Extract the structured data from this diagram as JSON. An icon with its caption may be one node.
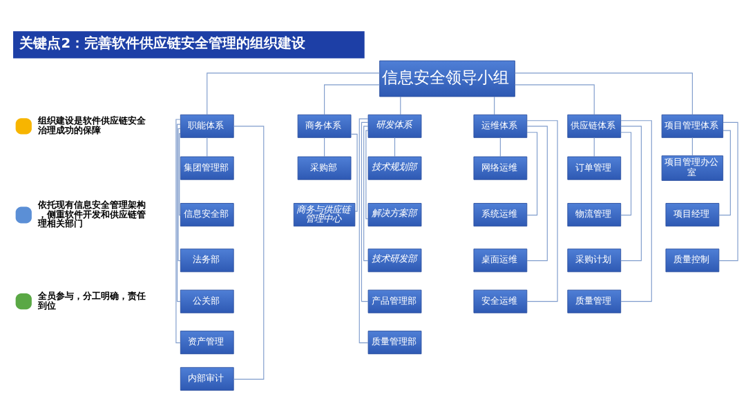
{
  "diagram": {
    "title": "关键点2：完善软件供应链安全管理的组织建设",
    "nodes": [
      {
        "text": [
          "信息安全领导小组"
        ]
      },
      {
        "text": [
          "职能体系"
        ]
      },
      {
        "text": [
          "商务体系"
        ]
      },
      {
        "text": [
          "研发体系"
        ]
      },
      {
        "text": [
          "运维体系"
        ]
      },
      {
        "text": [
          "供应链体系"
        ]
      },
      {
        "text": [
          "项目管理体系"
        ]
      },
      {
        "text": [
          "集团管理部"
        ]
      },
      {
        "text": [
          "信息安全部"
        ]
      },
      {
        "text": [
          "法务部"
        ]
      },
      {
        "text": [
          "公关部"
        ]
      },
      {
        "text": [
          "资产管理"
        ]
      },
      {
        "text": [
          "内部审计"
        ]
      },
      {
        "text": [
          "采购部"
        ]
      },
      {
        "text": [
          "商务与供应链管理中心"
        ]
      },
      {
        "text": [
          "技术规划部"
        ]
      },
      {
        "text": [
          "解决方案部"
        ]
      },
      {
        "text": [
          "技术研发部"
        ]
      },
      {
        "text": [
          "产品管理部"
        ]
      },
      {
        "text": [
          "质量管理部"
        ]
      },
      {
        "text": [
          "网络运维"
        ]
      },
      {
        "text": [
          "系统运维"
        ]
      },
      {
        "text": [
          "桌面运维"
        ]
      },
      {
        "text": [
          "安全运维"
        ]
      },
      {
        "text": [
          "订单管理"
        ]
      },
      {
        "text": [
          "物流管理"
        ]
      },
      {
        "text": [
          "采购计划"
        ]
      },
      {
        "text": [
          "质量管理"
        ]
      },
      {
        "text": [
          "项目管理办公室"
        ]
      },
      {
        "text": [
          "项目经理"
        ]
      },
      {
        "text": [
          "质量控制"
        ]
      }
    ],
    "edges": [
      {
        "from": 0,
        "to": 1,
        "arrow": "none"
      },
      {
        "from": 0,
        "to": 2,
        "arrow": "none"
      },
      {
        "from": 0,
        "to": 3,
        "arrow": "none"
      },
      {
        "from": 0,
        "to": 4,
        "arrow": "none"
      },
      {
        "from": 0,
        "to": 5,
        "arrow": "none"
      },
      {
        "from": 0,
        "to": 6,
        "arrow": "none"
      },
      {
        "from": 1,
        "to": 7,
        "arrow": "none"
      },
      {
        "from": 1,
        "to": 8,
        "arrow": "none"
      },
      {
        "from": 1,
        "to": 9,
        "arrow": "none"
      },
      {
        "from": 1,
        "to": 10,
        "arrow": "none"
      },
      {
        "from": 1,
        "to": 11,
        "arrow": "none"
      },
      {
        "from": 1,
        "to": 12,
        "arrow": "none"
      },
      {
        "from": 2,
        "to": 13,
        "arrow": "none"
      },
      {
        "from": 2,
        "to": 14,
        "arrow": "none"
      },
      {
        "from": 3,
        "to": 15,
        "arrow": "none"
      },
      {
        "from": 3,
        "to": 16,
        "arrow": "none"
      },
      {
        "from": 3,
        "to": 17,
        "arrow": "none"
      },
      {
        "from": 3,
        "to": 18,
        "arrow": "none"
      },
      {
        "from": 3,
        "to": 19,
        "arrow": "none"
      },
      {
        "from": 4,
        "to": 20,
        "arrow": "none"
      },
      {
        "from": 4,
        "to": 21,
        "arrow": "none"
      },
      {
        "from": 4,
        "to": 22,
        "arrow": "none"
      },
      {
        "from": 4,
        "to": 23,
        "arrow": "none"
      },
      {
        "from": 5,
        "to": 24,
        "arrow": "none"
      },
      {
        "from": 5,
        "to": 25,
        "arrow": "none"
      },
      {
        "from": 5,
        "to": 26,
        "arrow": "none"
      },
      {
        "from": 5,
        "to": 27,
        "arrow": "none"
      },
      {
        "from": 6,
        "to": 28,
        "arrow": "none"
      },
      {
        "from": 6,
        "to": 29,
        "arrow": "none"
      },
      {
        "from": 6,
        "to": 30,
        "arrow": "none"
      }
    ],
    "labels": [
      "组织建设是软件供应链安全治理成功的保障",
      "依托现有信息安全管理架构，侧重软件开发和供应链管理相关部门",
      "全员参与，分工明确，责任到位"
    ]
  }
}
